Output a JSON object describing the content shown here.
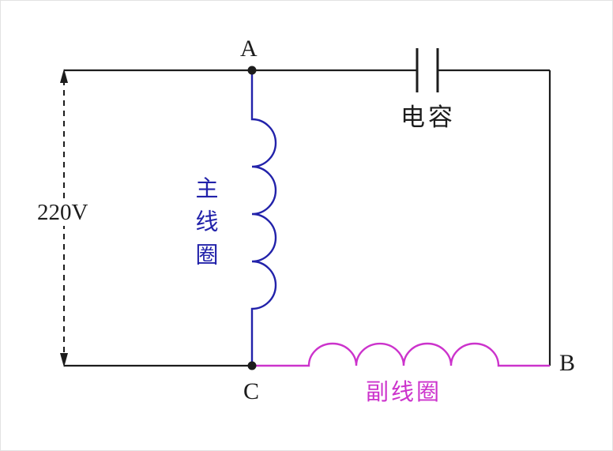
{
  "diagram": {
    "labels": {
      "node_a": "A",
      "node_b": "B",
      "node_c": "C",
      "voltage": "220V",
      "capacitor": "电容",
      "main_coil": "主线圈",
      "secondary_coil": "副线圈"
    },
    "colors": {
      "wire": "#1c1c1c",
      "main_coil": "#2222aa",
      "secondary_coil": "#cc33cc"
    }
  }
}
